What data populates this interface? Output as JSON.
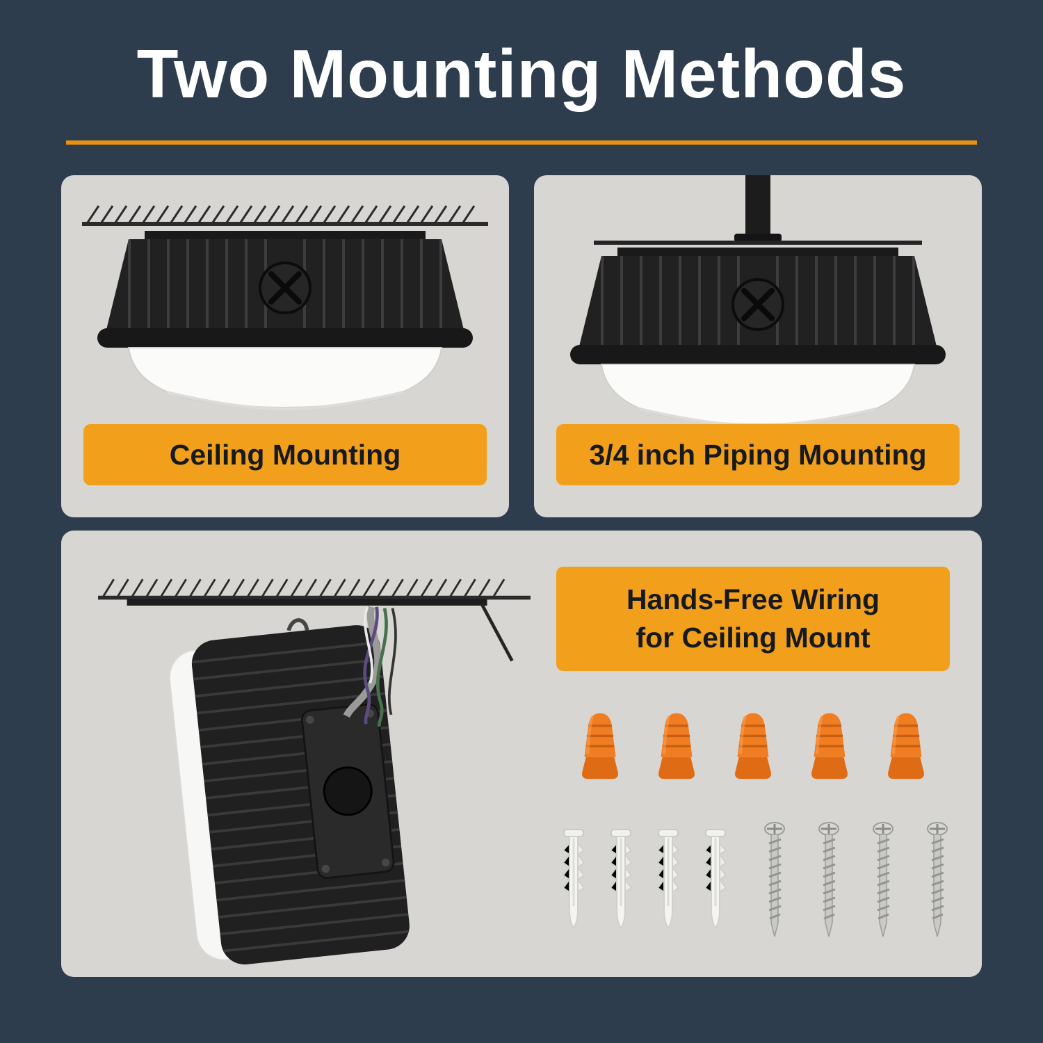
{
  "title": "Two Mounting Methods",
  "panels": {
    "ceiling": {
      "label": "Ceiling Mounting"
    },
    "piping": {
      "label": "3/4 inch Piping Mounting"
    },
    "wiring": {
      "label_line1": "Hands-Free Wiring",
      "label_line2": "for Ceiling Mount"
    }
  },
  "hardware": {
    "wire_nut_count": 5,
    "wall_anchor_count": 4,
    "screw_count": 4
  },
  "icons": {
    "ceiling_hatch": "ceiling-hatch-icon",
    "canopy_light_front": "canopy-light-icon",
    "mounting_pipe": "pipe-icon",
    "wire_nut": "wire-nut-icon",
    "wall_anchor": "wall-anchor-icon",
    "screw": "screw-icon"
  },
  "colors": {
    "background": "#2d3d4e",
    "panel": "#d8d6d3",
    "accent_orange": "#f2a01b",
    "divider_orange": "#e89210",
    "badge_text": "#16191d",
    "title_text": "#ffffff"
  }
}
